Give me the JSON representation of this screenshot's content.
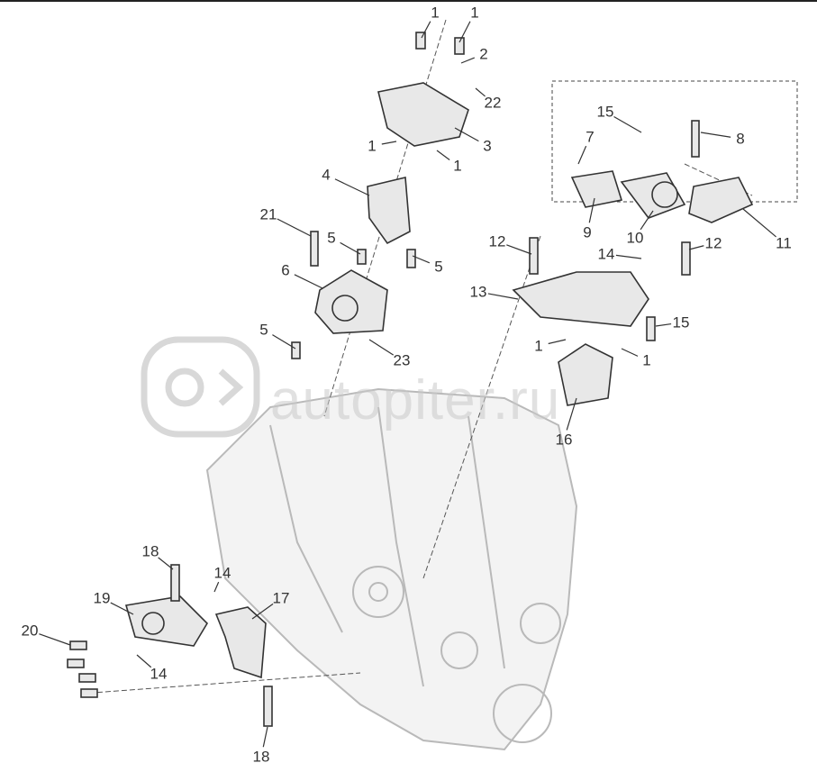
{
  "diagram": {
    "title": "Engine mounting exploded view",
    "watermark": "autopiter.ru",
    "callouts": [
      "1",
      "1",
      "2",
      "22",
      "3",
      "1",
      "1",
      "4",
      "21",
      "5",
      "5",
      "6",
      "5",
      "23",
      "15",
      "7",
      "8",
      "9",
      "10",
      "11",
      "12",
      "12",
      "14",
      "13",
      "15",
      "1",
      "1",
      "16",
      "18",
      "14",
      "17",
      "19",
      "20",
      "14",
      "18"
    ]
  }
}
